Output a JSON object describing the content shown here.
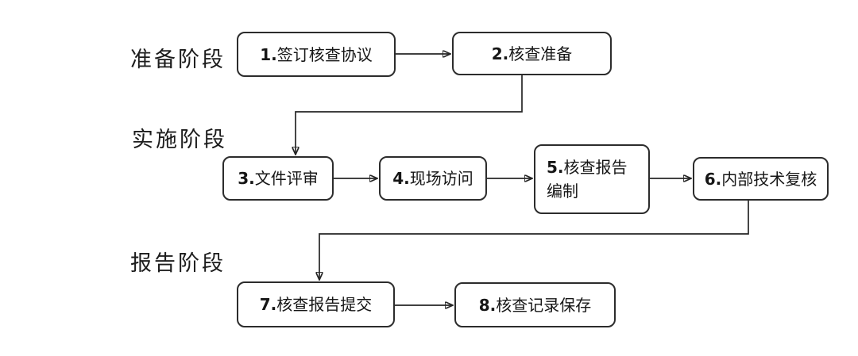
{
  "diagram": {
    "type": "flowchart",
    "colors": {
      "background": "#ffffff",
      "line": "#262626",
      "box_border": "#2c2c2c",
      "text": "#161616"
    },
    "stages": [
      {
        "label": "准备阶段",
        "steps": [
          1,
          2
        ]
      },
      {
        "label": "实施阶段",
        "steps": [
          3,
          4,
          5,
          6
        ]
      },
      {
        "label": "报告阶段",
        "steps": [
          7,
          8
        ]
      }
    ],
    "steps": [
      {
        "num": "1.",
        "label": "签订核查协议"
      },
      {
        "num": "2.",
        "label": "核查准备"
      },
      {
        "num": "3.",
        "label": "文件评审"
      },
      {
        "num": "4.",
        "label": "现场访问"
      },
      {
        "num": "5.",
        "label": "核查报告编制",
        "lines": [
          "核查报告",
          "编制"
        ]
      },
      {
        "num": "6.",
        "label": "内部技术复核"
      },
      {
        "num": "7.",
        "label": "核查报告提交"
      },
      {
        "num": "8.",
        "label": "核查记录保存"
      }
    ],
    "edges": [
      {
        "from": 1,
        "to": 2
      },
      {
        "from": 2,
        "to": 3
      },
      {
        "from": 3,
        "to": 4
      },
      {
        "from": 4,
        "to": 5
      },
      {
        "from": 5,
        "to": 6
      },
      {
        "from": 6,
        "to": 7
      },
      {
        "from": 7,
        "to": 8
      }
    ]
  }
}
